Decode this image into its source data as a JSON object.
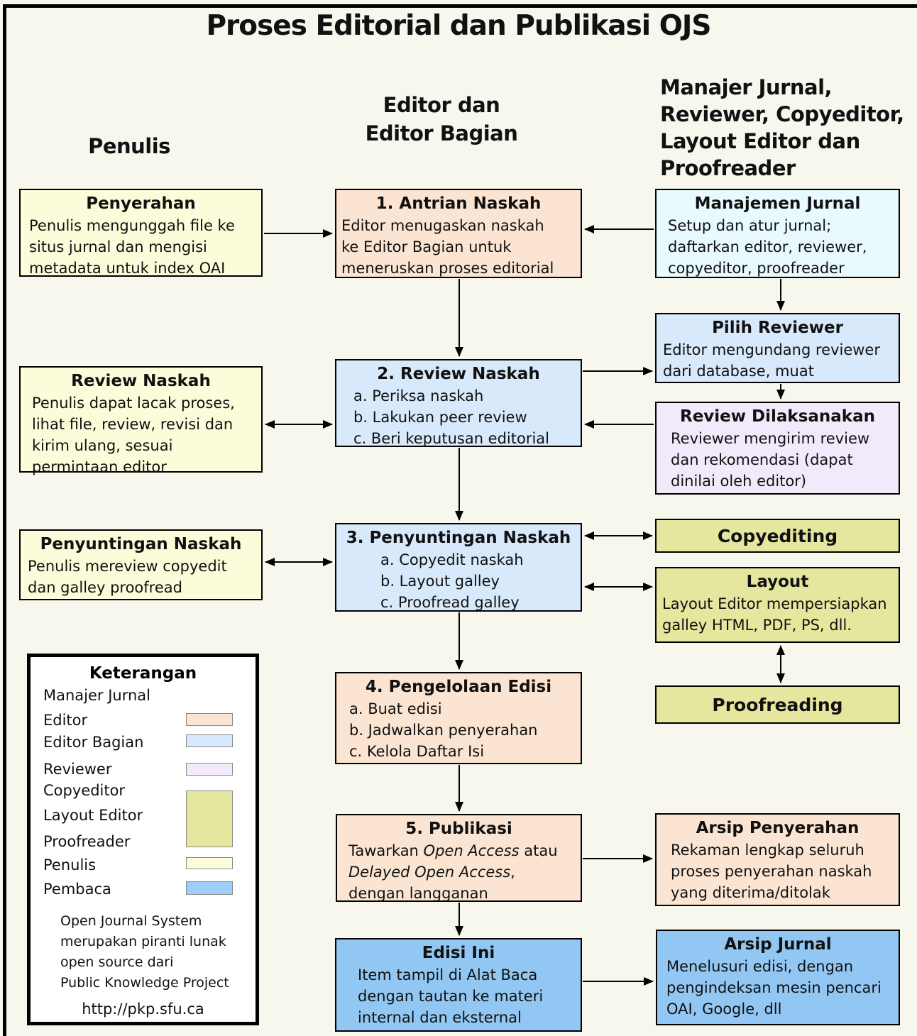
{
  "title": "Proses Editorial dan Publikasi OJS",
  "headers": {
    "author": "Penulis",
    "editor": "Editor dan\nEditor Bagian",
    "manager": "Manajer Jurnal,\nReviewer, Copyeditor,\nLayout Editor dan\nProofreader"
  },
  "boxes": {
    "penyerahan": {
      "title": "Penyerahan",
      "body": "Penulis mengunggah file ke\nsitus jurnal dan mengisi\nmetadata untuk index OAI"
    },
    "antrian": {
      "title": "1. Antrian Naskah",
      "body": "Editor menugaskan naskah\nke Editor Bagian untuk\nmeneruskan proses editorial"
    },
    "manajemen": {
      "title": "Manajemen Jurnal",
      "body": "Setup dan atur jurnal;\ndaftarkan editor, reviewer,\ncopyeditor, proofreader"
    },
    "pilih_reviewer": {
      "title": "Pilih Reviewer",
      "body": "Editor mengundang reviewer\ndari database, muat"
    },
    "review_naskah_penulis": {
      "title": "Review Naskah",
      "body": "Penulis dapat lacak proses,\nlihat file, review, revisi dan\nkirim ulang, sesuai\npermintaan editor"
    },
    "review_naskah": {
      "title": "2. Review Naskah",
      "items": [
        "a. Periksa naskah",
        "b. Lakukan peer review",
        "c. Beri keputusan editorial"
      ]
    },
    "review_dilaksanakan": {
      "title": "Review Dilaksanakan",
      "body": "Reviewer mengirim review\ndan rekomendasi (dapat\ndinilai oleh editor)"
    },
    "penyuntingan_naskah": {
      "title": "3. Penyuntingan Naskah",
      "items": [
        "a. Copyedit naskah",
        "b. Layout galley",
        "c. Proofread galley"
      ]
    },
    "penyuntingan_penulis": {
      "title": "Penyuntingan Naskah",
      "body": "Penulis mereview copyedit\ndan galley proofread"
    },
    "copyediting": {
      "title": "Copyediting"
    },
    "layout": {
      "title": "Layout",
      "body": "Layout Editor mempersiapkan\ngalley HTML, PDF, PS, dll."
    },
    "proofreading": {
      "title": "Proofreading"
    },
    "pengelolaan": {
      "title": "4. Pengelolaan Edisi",
      "items": [
        "a. Buat edisi",
        "b. Jadwalkan penyerahan",
        "c. Kelola Daftar Isi"
      ]
    },
    "publikasi": {
      "title": "5. Publikasi",
      "body_parts": [
        "Tawarkan ",
        "Open Access",
        " atau",
        "Delayed Open Access",
        ",",
        "dengan langganan"
      ]
    },
    "arsip_penyerahan": {
      "title": "Arsip Penyerahan",
      "body": "Rekaman lengkap seluruh\nproses penyerahan naskah\nyang diterima/ditolak"
    },
    "edisi_ini": {
      "title": "Edisi Ini",
      "body": "Item tampil di Alat Baca\ndengan tautan ke materi\ninternal dan eksternal"
    },
    "arsip_jurnal": {
      "title": "Arsip Jurnal",
      "body": "Menelusuri edisi, dengan\npengindeksan mesin pencari\nOAI, Google, dll"
    }
  },
  "legend": {
    "title": "Keterangan",
    "rows": [
      "Manajer Jurnal",
      "Editor",
      "Editor Bagian",
      "Reviewer",
      "Copyeditor",
      "Layout Editor",
      "Proofreader",
      "Penulis",
      "Pembaca"
    ],
    "note": "Open Journal System\nmerupakan piranti lunak\nopen source dari\nPublic Knowledge Project",
    "url": "http://pkp.sfu.ca"
  },
  "colors": {
    "background": "#F8F7EE",
    "author_yellow": "#FCFCDA",
    "editor_peach": "#FBE5D2",
    "section_editor_blue": "#D8E9FB",
    "journal_manager_cyan": "#E8FAFD",
    "reviewer_lavender": "#F2E9FA",
    "copyeditor_layout_proofreader_khaki": "#E5E79E",
    "reader_blue": "#92C7F3",
    "reader_swatch_blue": "#9FCDFB",
    "line_black": "#000000"
  }
}
